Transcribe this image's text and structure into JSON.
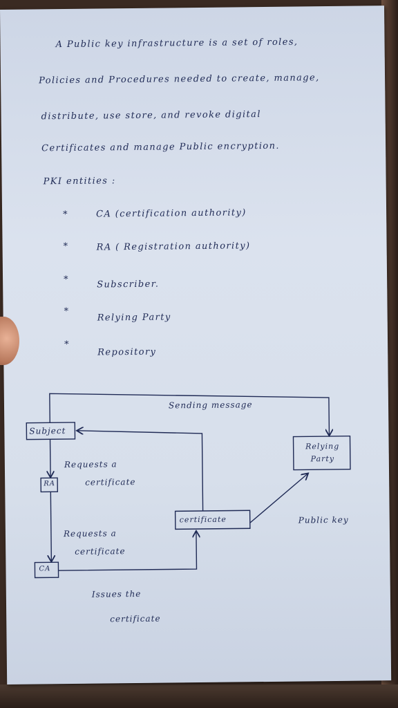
{
  "paragraph": [
    "A   Public  key  infrastructure  is a  set of  roles,",
    "Policies  and  Procedures  needed  to  create, manage,",
    "distribute,  use  store,  and  revoke  digital",
    "Certificates  and  manage  Public  encryption."
  ],
  "entities_heading": "PKI  entities :",
  "bullet_glyph": "*",
  "entities": [
    "CA   (certification  authority)",
    "RA   ( Registration  authority)",
    "Subscriber.",
    "Relying  Party",
    "Repository"
  ],
  "diagram": {
    "subject": "Subject",
    "ra": "RA",
    "ca": "CA",
    "relying_party": "Relying Party",
    "certificate": "certificate",
    "sending_message": "Sending message",
    "requests_1": "Requests  a",
    "requests_1b": "certificate",
    "requests_2": "Requests  a",
    "requests_2b": "certificate",
    "issues": "Issues  the",
    "issues_b": "certificate",
    "public_key": "Public  key"
  },
  "colors": {
    "ink": "#1f2a55",
    "paper": "#d7dfeb"
  }
}
